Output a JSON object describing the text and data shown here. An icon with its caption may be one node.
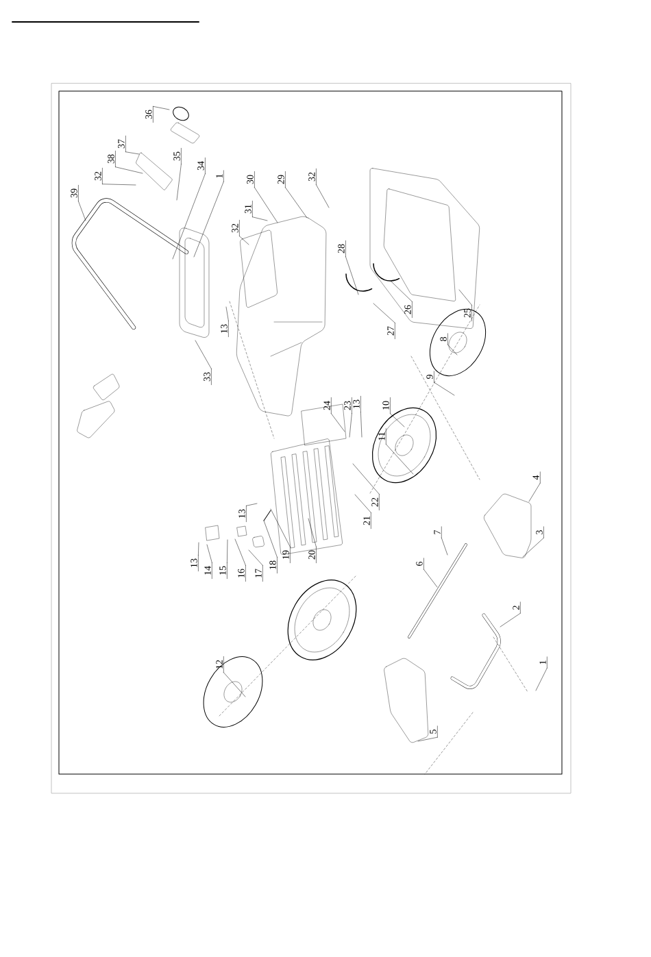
{
  "diagram": {
    "nodes": [
      {
        "text": [
          "36"
        ]
      },
      {
        "text": [
          "37"
        ]
      },
      {
        "text": [
          "38"
        ]
      },
      {
        "text": [
          "32"
        ]
      },
      {
        "text": [
          "39"
        ]
      },
      {
        "text": [
          "35"
        ]
      },
      {
        "text": [
          "34"
        ]
      },
      {
        "text": [
          "1"
        ]
      },
      {
        "text": [
          "30"
        ]
      },
      {
        "text": [
          "31"
        ]
      },
      {
        "text": [
          "32"
        ]
      },
      {
        "text": [
          "29"
        ]
      },
      {
        "text": [
          "32"
        ]
      },
      {
        "text": [
          "28"
        ]
      },
      {
        "text": [
          "13"
        ]
      },
      {
        "text": [
          "33"
        ]
      },
      {
        "text": [
          "26"
        ]
      },
      {
        "text": [
          "25"
        ]
      },
      {
        "text": [
          "27"
        ]
      },
      {
        "text": [
          "8"
        ]
      },
      {
        "text": [
          "9"
        ]
      },
      {
        "text": [
          "24"
        ]
      },
      {
        "text": [
          "23"
        ]
      },
      {
        "text": [
          "13"
        ]
      },
      {
        "text": [
          "10"
        ]
      },
      {
        "text": [
          "11"
        ]
      },
      {
        "text": [
          "22"
        ]
      },
      {
        "text": [
          "21"
        ]
      },
      {
        "text": [
          "4"
        ]
      },
      {
        "text": [
          "13"
        ]
      },
      {
        "text": [
          "20"
        ]
      },
      {
        "text": [
          "19"
        ]
      },
      {
        "text": [
          "18"
        ]
      },
      {
        "text": [
          "17"
        ]
      },
      {
        "text": [
          "16"
        ]
      },
      {
        "text": [
          "15"
        ]
      },
      {
        "text": [
          "14"
        ]
      },
      {
        "text": [
          "13"
        ]
      },
      {
        "text": [
          "7"
        ]
      },
      {
        "text": [
          "3"
        ]
      },
      {
        "text": [
          "6"
        ]
      },
      {
        "text": [
          "2"
        ]
      },
      {
        "text": [
          "1"
        ]
      },
      {
        "text": [
          "12"
        ]
      },
      {
        "text": [
          "5"
        ]
      }
    ],
    "edges": [
      {
        "from": 0,
        "to": null,
        "arrow": "none"
      },
      {
        "from": 1,
        "to": null,
        "arrow": "none"
      },
      {
        "from": 2,
        "to": null,
        "arrow": "none"
      },
      {
        "from": 3,
        "to": null,
        "arrow": "none"
      },
      {
        "from": 4,
        "to": null,
        "arrow": "none"
      },
      {
        "from": 5,
        "to": null,
        "arrow": "none"
      },
      {
        "from": 6,
        "to": null,
        "arrow": "none"
      },
      {
        "from": 7,
        "to": null,
        "arrow": "none"
      },
      {
        "from": 8,
        "to": null,
        "arrow": "none"
      },
      {
        "from": 9,
        "to": null,
        "arrow": "none"
      },
      {
        "from": 10,
        "to": null,
        "arrow": "none"
      },
      {
        "from": 11,
        "to": null,
        "arrow": "none"
      },
      {
        "from": 12,
        "to": null,
        "arrow": "none"
      },
      {
        "from": 13,
        "to": null,
        "arrow": "none"
      },
      {
        "from": 14,
        "to": null,
        "arrow": "none"
      },
      {
        "from": 15,
        "to": null,
        "arrow": "none"
      },
      {
        "from": 16,
        "to": null,
        "arrow": "none"
      },
      {
        "from": 17,
        "to": null,
        "arrow": "none"
      },
      {
        "from": 18,
        "to": null,
        "arrow": "none"
      },
      {
        "from": 19,
        "to": null,
        "arrow": "none"
      },
      {
        "from": 20,
        "to": null,
        "arrow": "none"
      },
      {
        "from": 21,
        "to": null,
        "arrow": "none"
      },
      {
        "from": 22,
        "to": null,
        "arrow": "none"
      },
      {
        "from": 23,
        "to": null,
        "arrow": "none"
      },
      {
        "from": 24,
        "to": null,
        "arrow": "none"
      },
      {
        "from": 25,
        "to": null,
        "arrow": "none"
      },
      {
        "from": 26,
        "to": null,
        "arrow": "none"
      },
      {
        "from": 27,
        "to": null,
        "arrow": "none"
      },
      {
        "from": 28,
        "to": null,
        "arrow": "none"
      },
      {
        "from": 29,
        "to": null,
        "arrow": "none"
      },
      {
        "from": 30,
        "to": null,
        "arrow": "none"
      },
      {
        "from": 31,
        "to": null,
        "arrow": "none"
      },
      {
        "from": 32,
        "to": null,
        "arrow": "none"
      },
      {
        "from": 33,
        "to": null,
        "arrow": "none"
      },
      {
        "from": 34,
        "to": null,
        "arrow": "none"
      },
      {
        "from": 35,
        "to": null,
        "arrow": "none"
      },
      {
        "from": 36,
        "to": null,
        "arrow": "none"
      },
      {
        "from": 37,
        "to": null,
        "arrow": "none"
      },
      {
        "from": 38,
        "to": null,
        "arrow": "none"
      },
      {
        "from": 39,
        "to": null,
        "arrow": "none"
      },
      {
        "from": 40,
        "to": null,
        "arrow": "none"
      },
      {
        "from": 41,
        "to": null,
        "arrow": "none"
      },
      {
        "from": 42,
        "to": null,
        "arrow": "none"
      },
      {
        "from": 43,
        "to": null,
        "arrow": "none"
      },
      {
        "from": 44,
        "to": null,
        "arrow": "none"
      }
    ]
  }
}
